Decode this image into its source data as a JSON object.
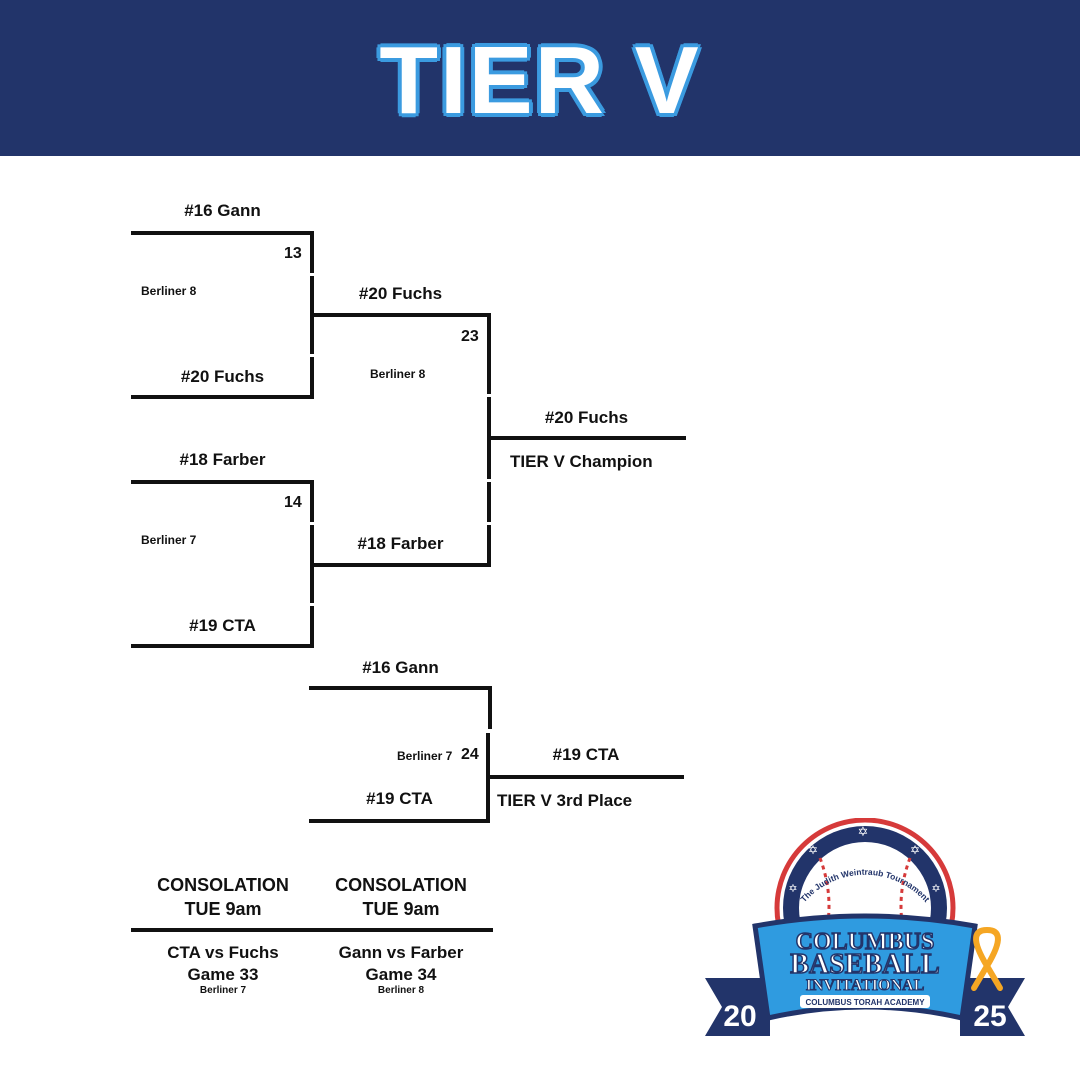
{
  "header": {
    "title": "TIER V"
  },
  "bracket": {
    "r1_top": {
      "team1": "#16 Gann",
      "team2": "#20 Fuchs",
      "game": "13",
      "venue": "Berliner 8"
    },
    "r1_bottom": {
      "team1": "#18 Farber",
      "team2": "#19 CTA",
      "game": "14",
      "venue": "Berliner 7"
    },
    "final": {
      "team1": "#20 Fuchs",
      "team2": "#18 Farber",
      "game": "23",
      "venue": "Berliner 8",
      "winner": "#20 Fuchs",
      "winner_label": "TIER V Champion"
    },
    "third": {
      "team1": "#16 Gann",
      "team2": "#19 CTA",
      "game": "24",
      "venue": "Berliner 7",
      "winner": "#19 CTA",
      "winner_label": "TIER V 3rd Place"
    }
  },
  "consolation": [
    {
      "title": "CONSOLATION",
      "time": "TUE 9am",
      "matchup": "CTA vs Fuchs",
      "game": "Game 33",
      "venue": "Berliner 7"
    },
    {
      "title": "CONSOLATION",
      "time": "TUE 9am",
      "matchup": "Gann vs Farber",
      "game": "Game 34",
      "venue": "Berliner 8"
    }
  ],
  "logo": {
    "top_arc": "The Judith Weintraub Tournament",
    "line1": "COLUMBUS",
    "line2": "BASEBALL",
    "line3": "INVITATIONAL",
    "subtitle": "COLUMBUS TORAH ACADEMY",
    "year_left": "20",
    "year_right": "25",
    "colors": {
      "navy": "#22346a",
      "blue": "#2f9be0",
      "red": "#d63a3a",
      "ribbon": "#f5a623"
    }
  }
}
